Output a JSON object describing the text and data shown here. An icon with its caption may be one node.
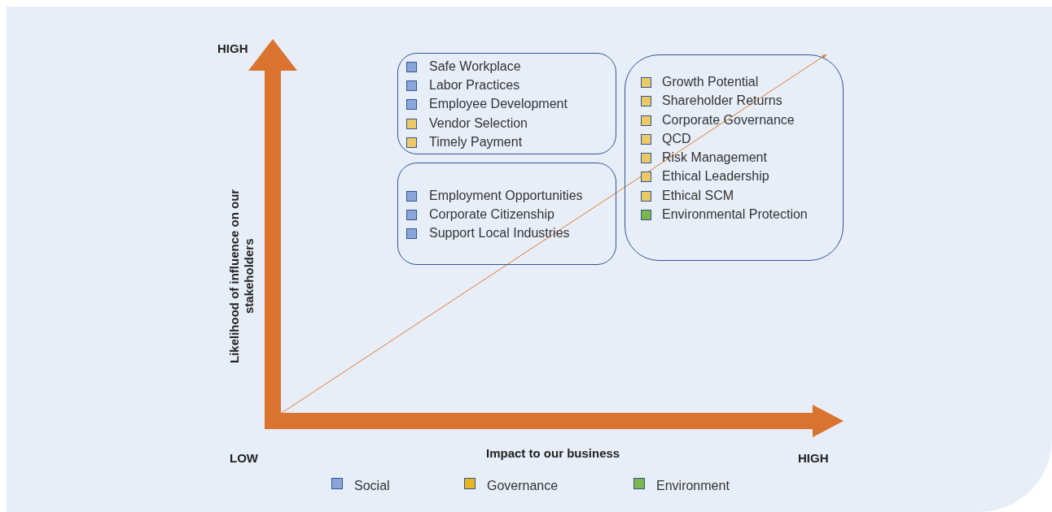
{
  "diagram": {
    "nodes": [
      {
        "text": [
          "Safe Workplace",
          "Labor Practices",
          "Employee Development",
          "Vendor Selection",
          "Timely Payment"
        ]
      },
      {
        "text": [
          "Employment Opportunities",
          "Corporate Citizenship",
          "Support Local Industries"
        ]
      },
      {
        "text": [
          "Growth Potential",
          "Shareholder Returns",
          "Corporate Governance",
          "QCD",
          "Risk Management",
          "Ethical Leadership",
          "Ethical SCM",
          "Environmental Protection"
        ]
      }
    ],
    "edges": [],
    "labels": [
      "HIGH",
      "Likelihood of influence on our stakeholders",
      "LOW",
      "Impact to our business",
      "HIGH"
    ],
    "legend": [
      {
        "text": "Social",
        "color": "#8aa5d8"
      },
      {
        "text": "Governance",
        "color": "#e8b520"
      },
      {
        "text": "Environment",
        "color": "#7cb54a"
      }
    ]
  }
}
